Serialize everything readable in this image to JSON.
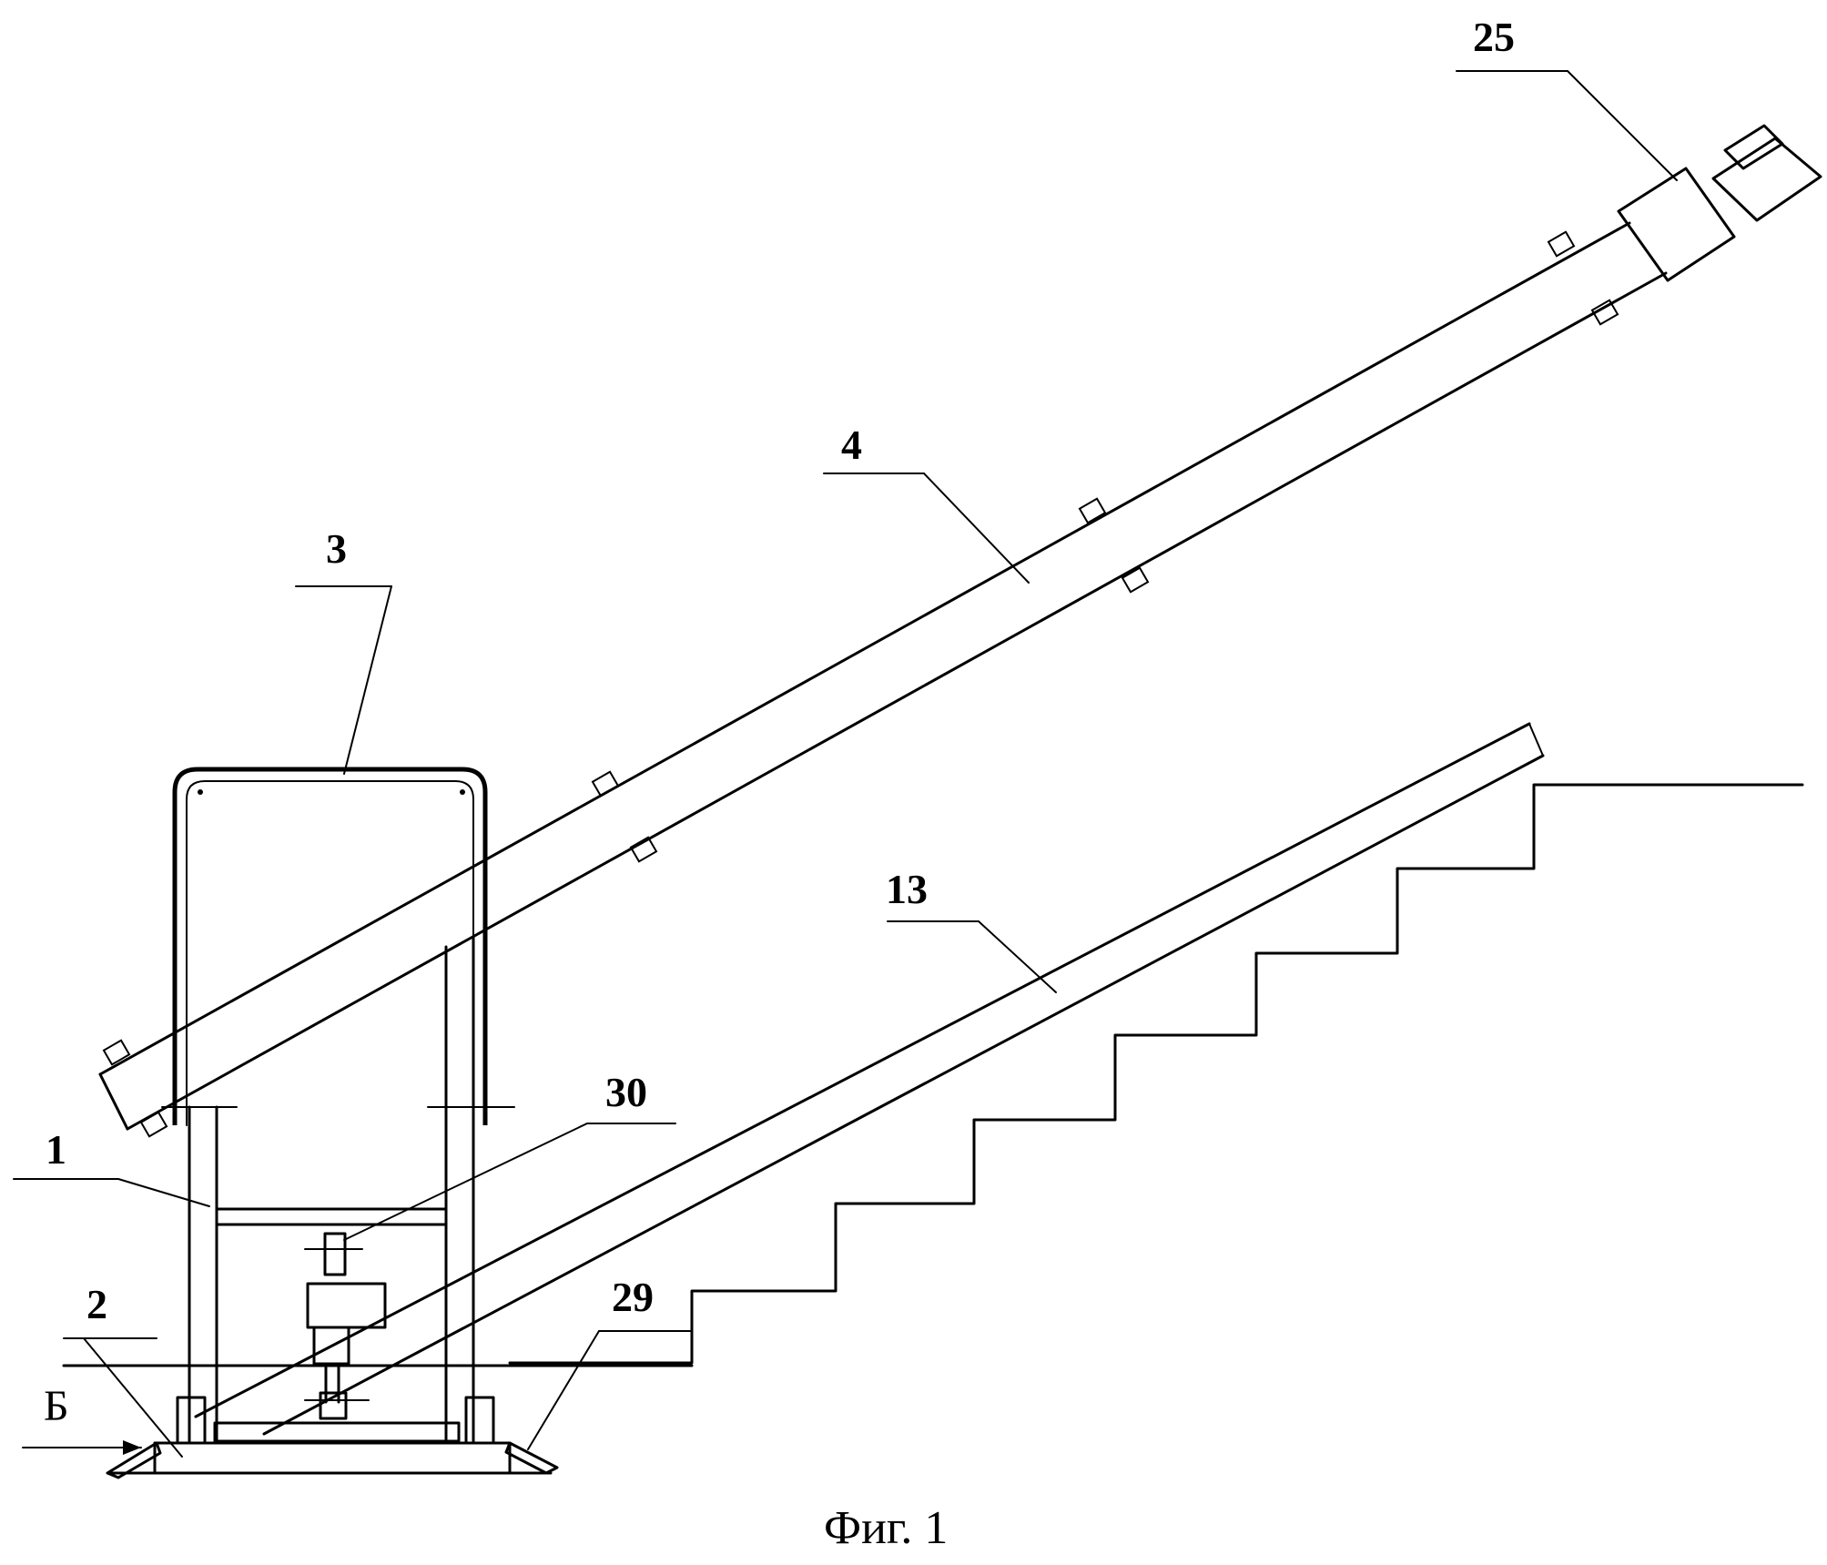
{
  "caption": "Фиг. 1",
  "labels": {
    "l25": "25",
    "l4": "4",
    "l3": "3",
    "l13": "13",
    "l30": "30",
    "l1": "1",
    "l2": "2",
    "l29": "29",
    "lB": "Б"
  }
}
